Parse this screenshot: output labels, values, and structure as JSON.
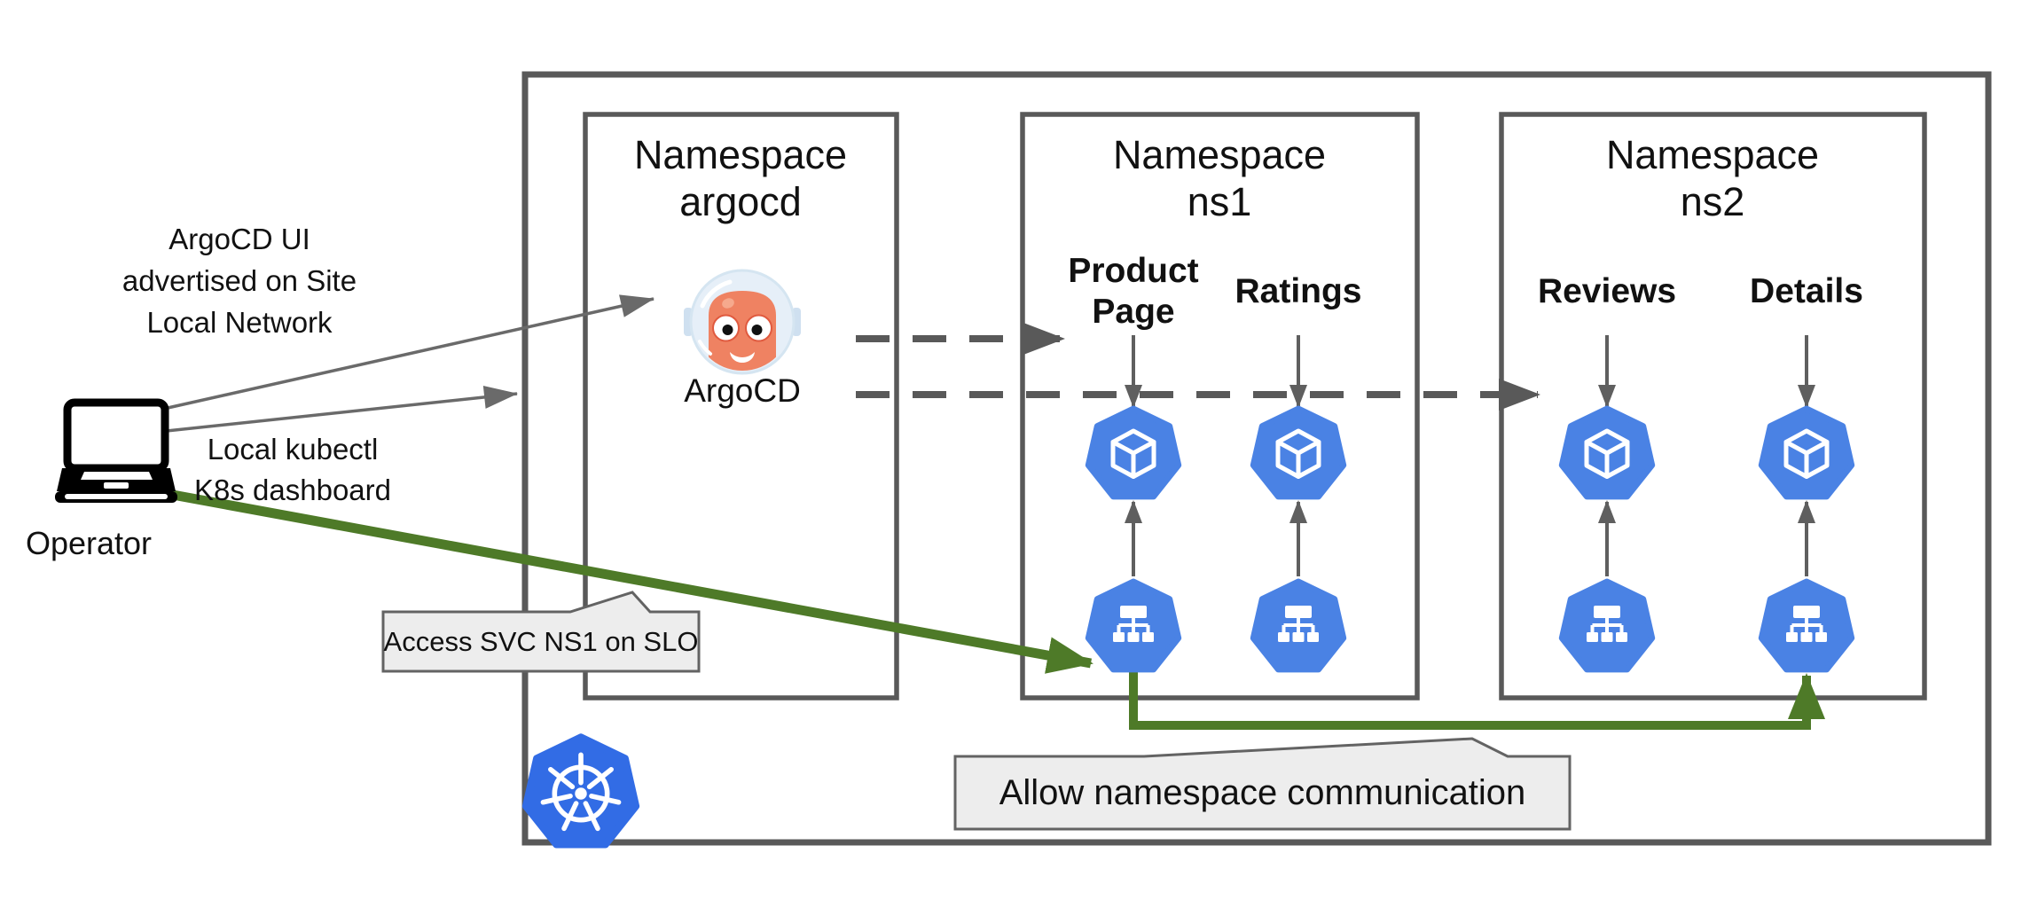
{
  "colors": {
    "box_border": "#595959",
    "icon_blue": "#4a82e4",
    "k8s_blue": "#326ce5",
    "green": "#4e7a28",
    "callout_bg": "#ededed",
    "arrow_gray": "#6a6a6a",
    "text": "#111111"
  },
  "operator": {
    "label": "Operator",
    "icon": "laptop-icon"
  },
  "annotations": {
    "argocd_ui": {
      "lines": [
        "ArgoCD UI",
        "advertised on Site",
        "Local Network"
      ]
    },
    "kubectl": {
      "lines": [
        "Local kubectl",
        "K8s dashboard"
      ]
    }
  },
  "callouts": {
    "access_svc": {
      "text": "Access SVC NS1 on SLO"
    },
    "allow_ns": {
      "text": "Allow namespace communication"
    }
  },
  "cluster": {
    "icon": "kubernetes-logo",
    "namespaces": [
      {
        "id": "argocd",
        "title_lines": [
          "Namespace",
          "argocd"
        ],
        "app": {
          "name": "ArgoCD",
          "icon": "argocd-mascot"
        }
      },
      {
        "id": "ns1",
        "title_lines": [
          "Namespace",
          "ns1"
        ],
        "workloads": [
          {
            "name": "Product Page"
          },
          {
            "name": "Ratings"
          }
        ]
      },
      {
        "id": "ns2",
        "title_lines": [
          "Namespace",
          "ns2"
        ],
        "workloads": [
          {
            "name": "Reviews"
          },
          {
            "name": "Details"
          }
        ]
      }
    ]
  },
  "icons": {
    "pod": "k8s-pod-heptagon-cube",
    "service": "k8s-service-heptagon-tree",
    "cluster": "kubernetes-wheel-logo",
    "operator": "laptop-icon",
    "argocd": "argocd-astronaut-mascot"
  }
}
